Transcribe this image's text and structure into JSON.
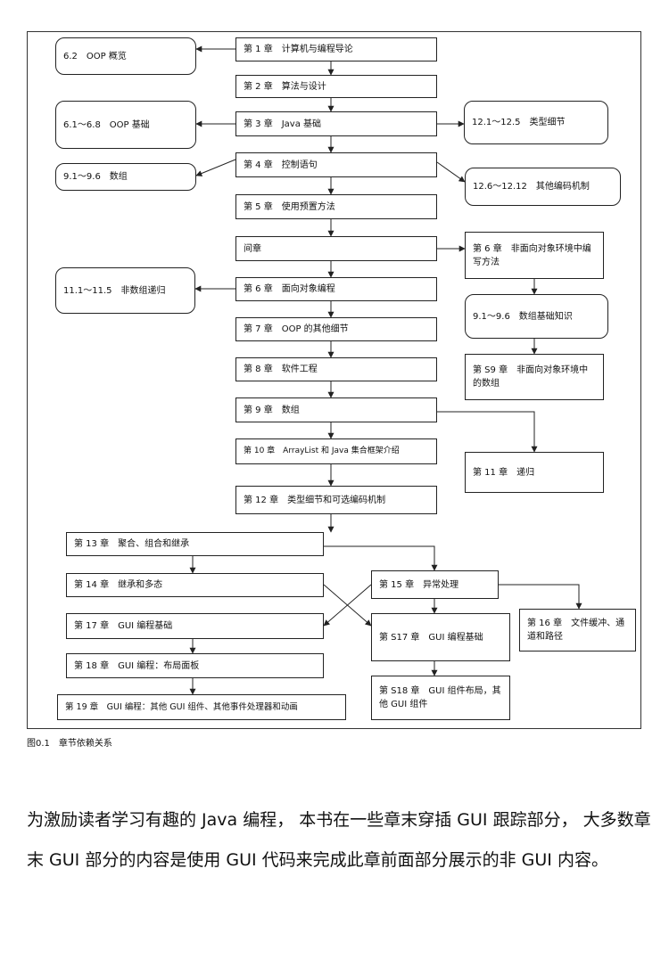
{
  "diagram": {
    "nodes": {
      "ch1": "第 1 章　计算机与编程导论",
      "ch2": "第 2 章　算法与设计",
      "ch3": "第 3 章　Java 基础",
      "ch4": "第 4 章　控制语句",
      "ch5": "第 5 章　使用预置方法",
      "interlude": "间章",
      "ch6": "第 6 章　面向对象编程",
      "ch7": "第 7 章　OOP 的其他细节",
      "ch8": "第 8 章　软件工程",
      "ch9": "第 9 章　数组",
      "ch10": "第 10 章　ArrayList 和 Java 集合框架介绍",
      "ch12": "第 12 章　类型细节和可选编码机制",
      "ch13": "第 13 章　聚合、组合和继承",
      "ch14": "第 14 章　继承和多态",
      "ch17": "第 17 章　GUI 编程基础",
      "ch18": "第 18 章　GUI 编程：布局面板",
      "ch19": "第 19 章　GUI 编程：其他 GUI 组件、其他事件处理器和动画",
      "ch15": "第 15 章　异常处理",
      "s17": "第 S17 章　GUI 编程基础",
      "s18": "第 S18 章　GUI 组件布局，其他 GUI 组件",
      "ch16": "第 16 章　文件缓冲、通道和路径",
      "l62": "6.2　OOP 概览",
      "l6168": "6.1～6.8　OOP 基础",
      "l9196": "9.1～9.6　数组",
      "l111115": "11.1～11.5　非数组递归",
      "r121125": "12.1～12.5　类型细节",
      "r126": "12.6～12.12　其他编码机制",
      "r6": "第 6 章　非面向对象环境中编写方法",
      "r91": "9.1～9.6　数组基础知识",
      "rs9": "第 S9 章　非面向对象环境中的数组",
      "r11": "第 11 章　递归"
    },
    "caption": "图0.1　章节依赖关系"
  },
  "paragraph": "为激励读者学习有趣的 Java 编程， 本书在一些章末穿插 GUI 跟踪部分， 大多数章末 GUI 部分的内容是使用 GUI 代码来完成此章前面部分展示的非 GUI 内容。"
}
